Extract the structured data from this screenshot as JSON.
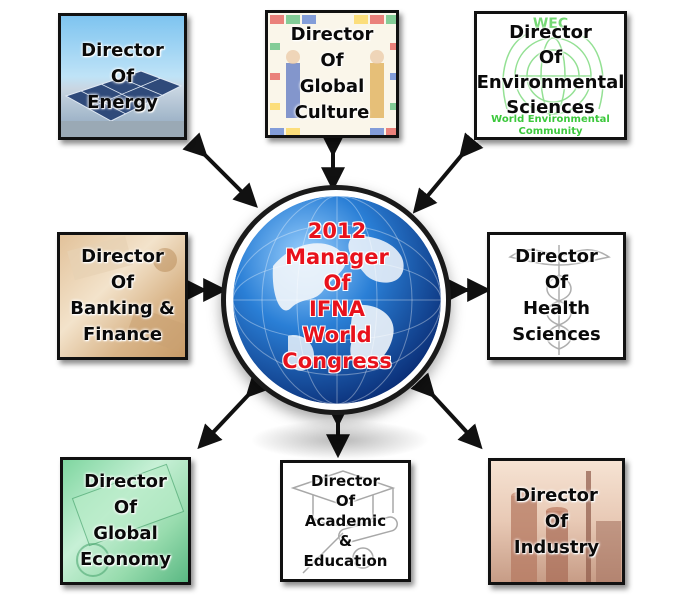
{
  "center": {
    "lines": [
      "2012",
      "Manager",
      "Of",
      "IFNA",
      "World",
      "Congress"
    ]
  },
  "nodes": [
    {
      "id": "energy",
      "lines": [
        "Director",
        "Of",
        "Energy"
      ]
    },
    {
      "id": "global-culture",
      "lines": [
        "Director",
        "Of",
        "Global",
        "Culture"
      ]
    },
    {
      "id": "environmental-sciences",
      "lines": [
        "Director",
        "Of",
        "Environmental",
        "Sciences"
      ],
      "logo_text": [
        "WEC",
        "World Environmental",
        "Community"
      ]
    },
    {
      "id": "banking-finance",
      "lines": [
        "Director",
        "Of",
        "Banking &",
        "Finance"
      ]
    },
    {
      "id": "health-sciences",
      "lines": [
        "Director",
        "Of",
        "Health",
        "Sciences"
      ]
    },
    {
      "id": "global-economy",
      "lines": [
        "Director",
        "Of",
        "Global",
        "Economy"
      ]
    },
    {
      "id": "academic-education",
      "lines": [
        "Director",
        "Of",
        "Academic",
        "&",
        "Education"
      ]
    },
    {
      "id": "industry",
      "lines": [
        "Director",
        "Of",
        "Industry"
      ]
    }
  ],
  "colors": {
    "center_text": "#e8121c",
    "border": "#111111",
    "arrow": "#111111",
    "logo_green": "#3cc83c"
  }
}
